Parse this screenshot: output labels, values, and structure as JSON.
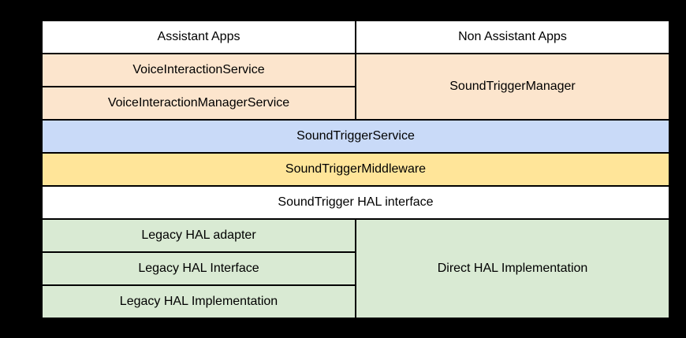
{
  "canvas": {
    "background": "#000000"
  },
  "colors": {
    "bg": "#000000",
    "white": "#ffffff",
    "peach": "#fce5cd",
    "blue": "#c9daf8",
    "yellow": "#ffe599",
    "green": "#d9ead3",
    "border": "#000000",
    "text": "#000000"
  },
  "diagram": {
    "apps_row": {
      "left": "Assistant Apps",
      "right": "Non Assistant Apps"
    },
    "framework_layer": {
      "voice_interaction_service": "VoiceInteractionService",
      "voice_interaction_manager_service": "VoiceInteractionManagerService",
      "sound_trigger_manager": "SoundTriggerManager"
    },
    "service_layer": {
      "sound_trigger_service": "SoundTriggerService"
    },
    "middleware_layer": {
      "sound_trigger_middleware": "SoundTriggerMiddleware"
    },
    "hal_interface_layer": {
      "sound_trigger_hal_interface": "SoundTrigger HAL interface"
    },
    "hal_layer": {
      "legacy_hal_adapter": "Legacy HAL adapter",
      "legacy_hal_interface": "Legacy HAL Interface",
      "legacy_hal_implementation": "Legacy HAL Implementation",
      "direct_hal_implementation": "Direct HAL Implementation"
    }
  }
}
